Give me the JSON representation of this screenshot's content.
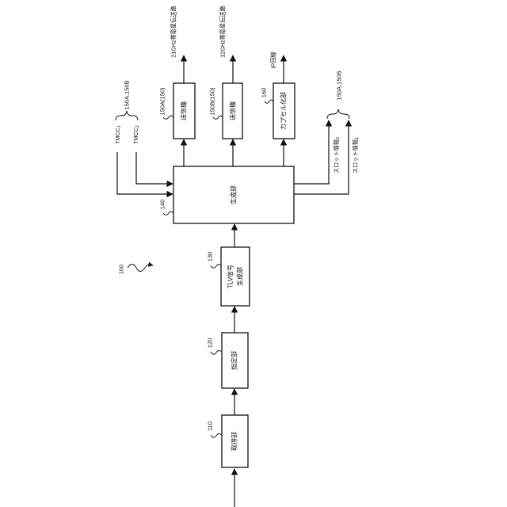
{
  "diagram": {
    "reference": "100",
    "blocks": {
      "acquisition": {
        "label": "取得部",
        "ref": "110"
      },
      "designation": {
        "label": "指定部",
        "ref": "120"
      },
      "tlv": {
        "label_line1": "TLV信号",
        "label_line2": "生成部",
        "ref": "130"
      },
      "generator": {
        "label": "生成部",
        "ref": "140"
      },
      "transmitter_a": {
        "label": "送信機",
        "ref": "150A(150)"
      },
      "transmitter_b": {
        "label": "送信機",
        "ref": "150B(150)"
      },
      "encapsulator": {
        "label": "カプセル化部",
        "ref": "160"
      }
    },
    "outputs": {
      "path_21ghz": "21GHz帯衛星伝送路",
      "path_12ghz": "12GHz帯衛星伝送路",
      "ip_line": "IP回線"
    },
    "inputs": {
      "group_ref": "150A,150B",
      "tmcc1": {
        "text": "TMCC",
        "sub": "1"
      },
      "tmcc2": {
        "text": "TMCC",
        "sub": "2"
      }
    },
    "slot_outputs": {
      "group_ref": "150A,150B",
      "slot2": {
        "text": "スロット情報",
        "sub": "2"
      },
      "slot1": {
        "text": "スロット情報",
        "sub": "1"
      }
    }
  }
}
